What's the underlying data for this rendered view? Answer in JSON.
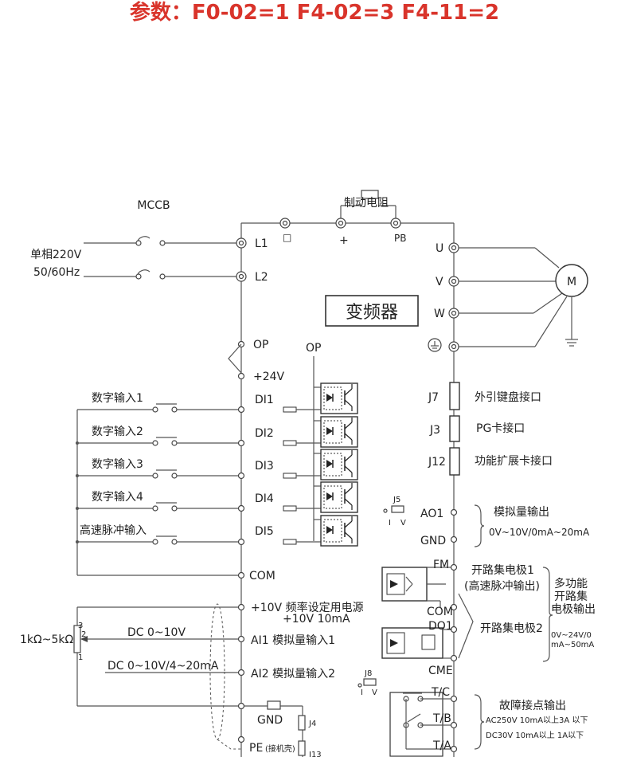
{
  "title": "参数：F0-02=1  F4-02=3  F4-11=2",
  "power": {
    "breaker": "MCCB",
    "supply_line1": "单相220V",
    "supply_line2": "50/60Hz",
    "brake_resistor": "制动电阻",
    "plus": "+",
    "square": "□",
    "pb": "PB",
    "l1": "L1",
    "l2": "L2"
  },
  "inverter_label": "变频器",
  "motor": {
    "label": "M",
    "u": "U",
    "v": "V",
    "w": "W"
  },
  "left_terminals": {
    "op": "OP",
    "op_top": "OP",
    "p24": "+24V",
    "di1": "DI1",
    "di2": "DI2",
    "di3": "DI3",
    "di4": "DI4",
    "di5": "DI5",
    "com": "COM",
    "p10v_line1": "+10V 频率设定用电源",
    "p10v_line2": "+10V 10mA",
    "ai1": "AI1 模拟量输入1",
    "ai2": "AI2 模拟量输入2",
    "gnd": "GND",
    "pe": "PE",
    "pe_note": "(接机壳)"
  },
  "inputs": [
    "数字输入1",
    "数字输入2",
    "数字输入3",
    "数字输入4",
    "高速脉冲输入"
  ],
  "analog_source": {
    "pot": "1kΩ~5kΩ",
    "pin3": "3",
    "pin2": "2",
    "pin1": "1",
    "dc1": "DC 0~10V",
    "dc2": "DC 0~10V/4~20mA"
  },
  "connectors": {
    "j7": "J7",
    "j7_desc": "外引键盘接口",
    "j3": "J3",
    "j3_desc": "PG卡接口",
    "j12": "J12",
    "j12_desc": "功能扩展卡接口"
  },
  "jumpers": {
    "j5": "J5",
    "j8": "J8",
    "j4": "J4",
    "j13": "J13",
    "i": "I",
    "v": "V"
  },
  "analog_output": {
    "ao1": "AO1",
    "gnd": "GND",
    "title": "模拟量输出",
    "range": "0V~10V/0mA~20mA"
  },
  "open_collector": {
    "fm": "FM",
    "com": "COM",
    "do1": "DO1",
    "cme": "CME",
    "oc1": "开路集电极1",
    "oc1_note": "(高速脉冲输出)",
    "oc2": "开路集电极2",
    "multi1": "多功能",
    "multi2": "开路集",
    "multi3": "电极输出",
    "spec1": "0V~24V/0",
    "spec2": "mA~50mA"
  },
  "relay": {
    "tc": "T/C",
    "tb": "T/B",
    "ta": "T/A",
    "title": "故障接点输出",
    "spec1": "AC250V 10mA以上3A 以下",
    "spec2": "DC30V   10mA以上  1A以下"
  }
}
